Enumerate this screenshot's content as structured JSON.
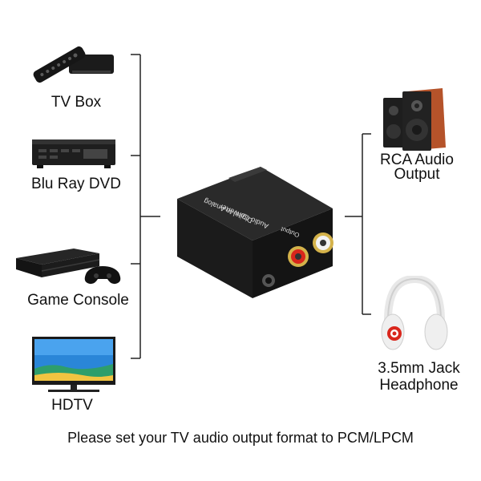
{
  "inputs": [
    {
      "label": "TV Box",
      "icon": "tv-box-icon"
    },
    {
      "label": "Blu Ray DVD",
      "icon": "blu-ray-player-icon"
    },
    {
      "label": "Game Console",
      "icon": "game-console-icon"
    },
    {
      "label": "HDTV",
      "icon": "hdtv-icon"
    }
  ],
  "outputs": [
    {
      "label_line1": "RCA Audio",
      "label_line2": "Output",
      "icon": "speakers-icon"
    },
    {
      "label_line1": "3.5mm Jack",
      "label_line2": "Headphone",
      "icon": "headphone-icon"
    }
  ],
  "converter": {
    "top_text_1": "Digital to Analog",
    "top_text_2": "Audio Converter",
    "port_label": "Output"
  },
  "caption": "Please set your TV audio output format to PCM/LPCM",
  "colors": {
    "line": "#222222",
    "device": "#1b1b1b",
    "rca_red": "#d9261c",
    "rca_white": "#f2f2f2",
    "gold": "#d4b24a",
    "speaker_wood": "#b5532a",
    "tv_screen": "#2a86d8"
  }
}
